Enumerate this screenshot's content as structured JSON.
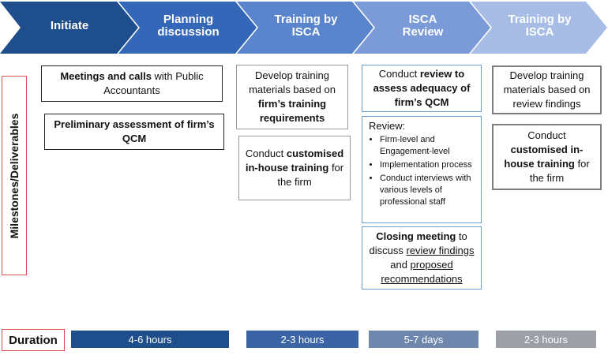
{
  "stages": [
    {
      "label_line1": "Initiate",
      "label_line2": "",
      "color": "#1f4e8c"
    },
    {
      "label_line1": "Planning",
      "label_line2": "discussion",
      "color": "#3467b8"
    },
    {
      "label_line1": "Training by",
      "label_line2": "ISCA",
      "color": "#5a84cc"
    },
    {
      "label_line1": "ISCA",
      "label_line2": "Review",
      "color": "#7a9bd8"
    },
    {
      "label_line1": "Training by",
      "label_line2": "ISCA",
      "color": "#a7bde6"
    }
  ],
  "milestones_label": "Milestones/Deliverables",
  "initiate": {
    "meetings_bold": "Meetings and calls",
    "meetings_rest": " with Public Accountants",
    "assessment_bold": "Preliminary assessment of firm’s QCM"
  },
  "training1": {
    "develop_text": "Develop training materials based on ",
    "develop_bold": "firm’s training requirements",
    "conduct_text": "Conduct ",
    "conduct_bold": "customised in-house training",
    "conduct_rest": " for the firm"
  },
  "review": {
    "conduct_text": "Conduct ",
    "conduct_bold": "review to assess adequacy of firm’s QCM",
    "review_title": "Review:",
    "review_items": [
      "Firm-level and Engagement-level",
      "Implementation process",
      "Conduct interviews with various levels of professional staff"
    ],
    "closing_bold": "Closing meeting",
    "closing_text": " to discuss ",
    "closing_link1": "review findings",
    "closing_and": " and ",
    "closing_link2": "proposed recommendations"
  },
  "training2": {
    "develop_text": "Develop training materials based on review findings",
    "conduct_text": "Conduct ",
    "conduct_bold": "customised in-house training",
    "conduct_rest": " for the firm"
  },
  "duration_label": "Duration",
  "durations": [
    {
      "text": "4-6 hours",
      "color": "#1f4e8c"
    },
    {
      "text": "2-3 hours",
      "color": "#3b64a6"
    },
    {
      "text": "5-7 days",
      "color": "#6f86ad"
    },
    {
      "text": "2-3 hours",
      "color": "#9c9fa6"
    }
  ]
}
